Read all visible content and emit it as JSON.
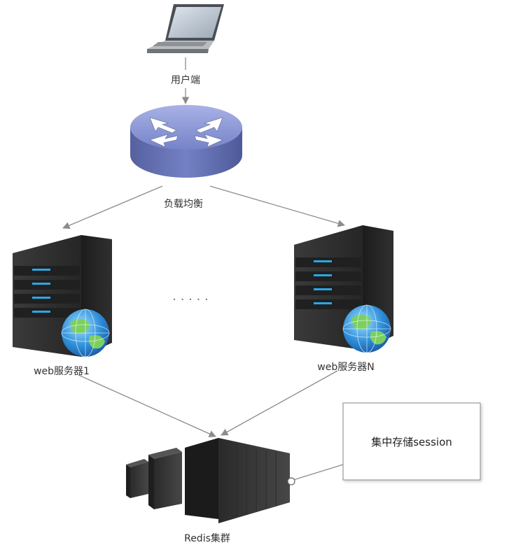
{
  "nodes": {
    "client": {
      "label": "用户端",
      "icon": "laptop-icon"
    },
    "load_balancer": {
      "label": "负载均衡",
      "icon": "router-icon"
    },
    "web_server_1": {
      "label": "web服务器1",
      "icon": "server-globe-icon"
    },
    "web_server_n": {
      "label": "web服务器N",
      "icon": "server-globe-icon"
    },
    "ellipsis": {
      "label": "· · · · ·"
    },
    "redis": {
      "label": "Redis集群",
      "icon": "server-cluster-icon"
    }
  },
  "note": {
    "text": "集中存储session"
  },
  "colors": {
    "router_top": "#8f9ad8",
    "router_side": "#5f6cb4",
    "server_body": "#2e2e2e",
    "server_light": "#2aa7e6",
    "line": "#8c8c8c",
    "note_border": "#9a9a9a"
  }
}
